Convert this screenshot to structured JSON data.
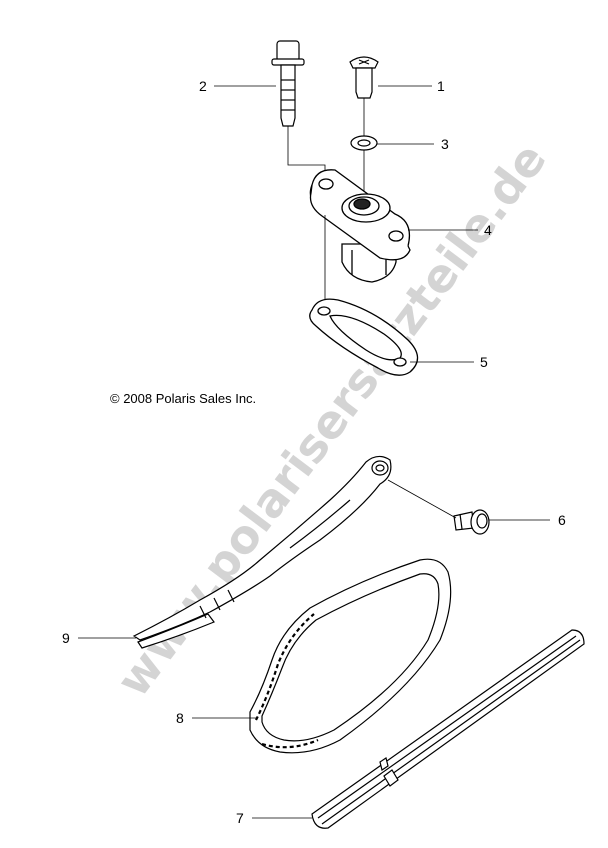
{
  "copyright": "© 2008 Polaris Sales Inc.",
  "watermark": "www.polarisersatzteile.de",
  "callouts": [
    {
      "id": "1",
      "label": "1"
    },
    {
      "id": "2",
      "label": "2"
    },
    {
      "id": "3",
      "label": "3"
    },
    {
      "id": "4",
      "label": "4"
    },
    {
      "id": "5",
      "label": "5"
    },
    {
      "id": "6",
      "label": "6"
    },
    {
      "id": "7",
      "label": "7"
    },
    {
      "id": "8",
      "label": "8"
    },
    {
      "id": "9",
      "label": "9"
    }
  ],
  "colors": {
    "line": "#000000",
    "watermark": "#cfcfcf",
    "background": "#ffffff"
  }
}
